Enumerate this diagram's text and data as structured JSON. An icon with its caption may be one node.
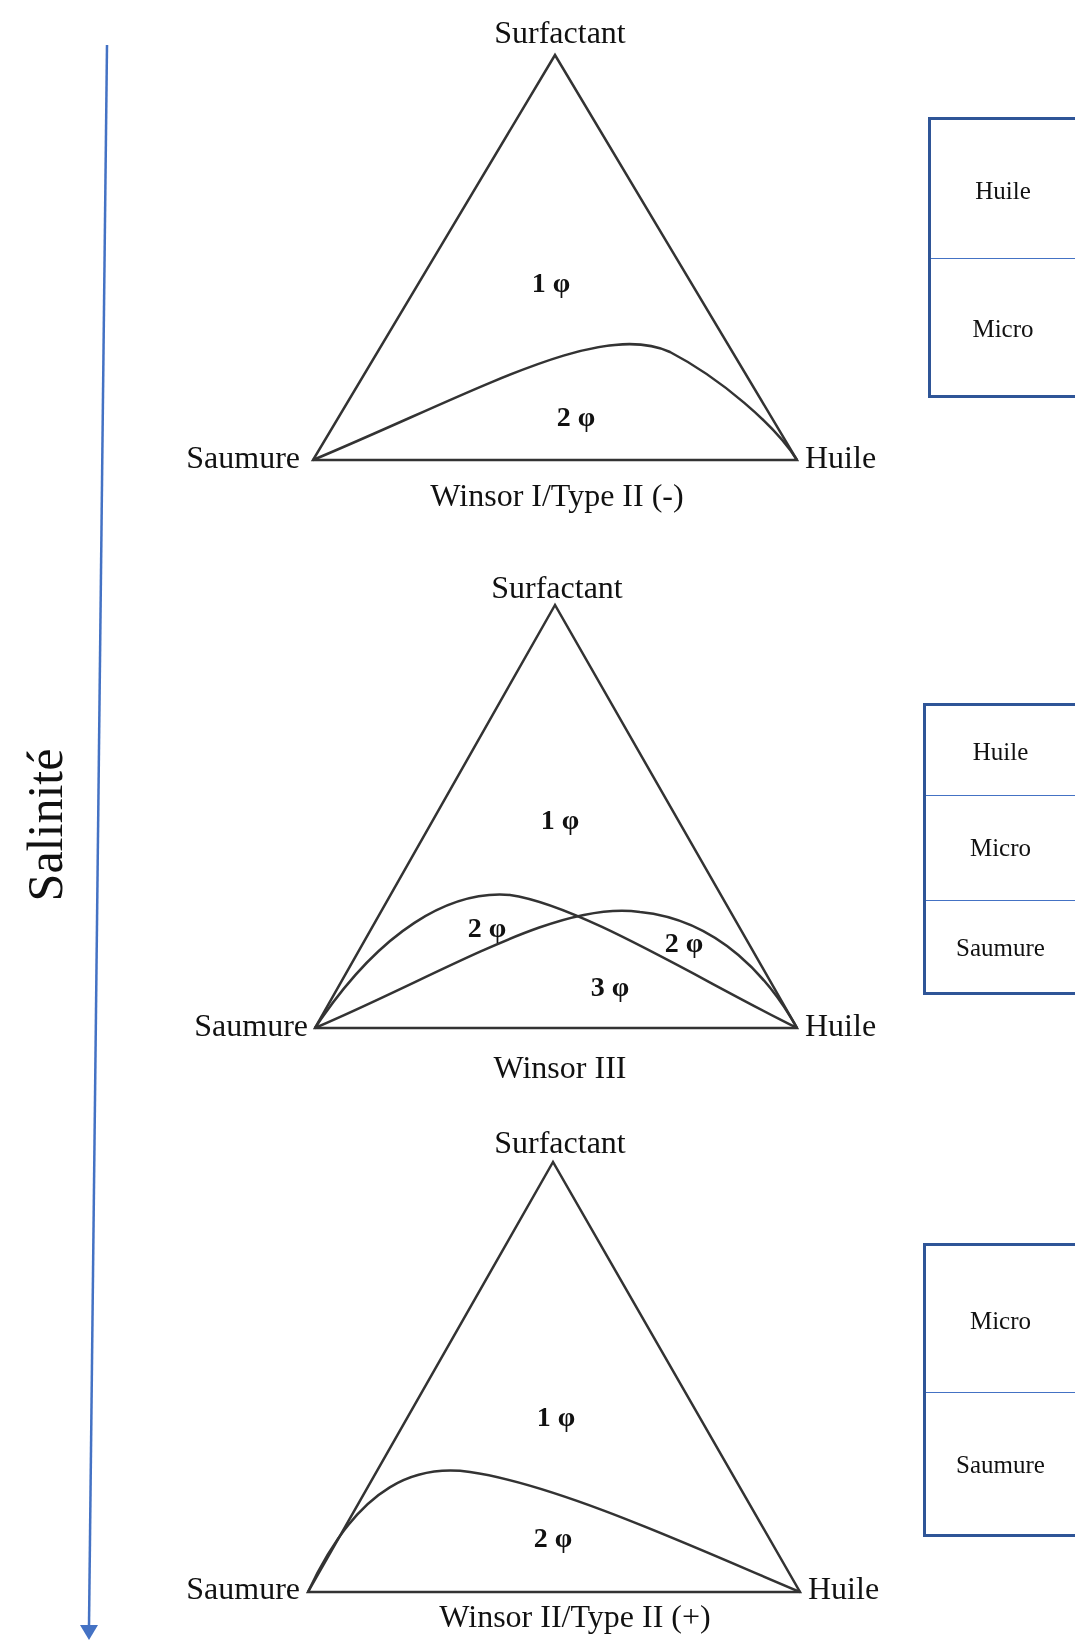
{
  "diagram": {
    "nodes": [
      {
        "text": [
          "Surfactant",
          "1 φ",
          "2 φ",
          "Saumure",
          "Huile"
        ],
        "beside": [
          "Winsor I/Type II (-)"
        ]
      },
      {
        "text": [],
        "shape": "box"
      },
      {
        "text": [
          "Huile"
        ],
        "in": 1
      },
      {
        "text": [
          "Micro"
        ],
        "in": 1
      },
      {
        "text": [
          "Surfactant",
          "1 φ",
          "2 φ",
          "2 φ",
          "3 φ",
          "Saumure",
          "Huile"
        ],
        "beside": [
          "Winsor III"
        ]
      },
      {
        "text": [],
        "shape": "box"
      },
      {
        "text": [
          "Huile"
        ],
        "in": 5
      },
      {
        "text": [
          "Micro"
        ],
        "in": 5
      },
      {
        "text": [
          "Saumure"
        ],
        "in": 5
      },
      {
        "text": [
          "Surfactant",
          "1 φ",
          "2 φ",
          "Saumure",
          "Huile"
        ],
        "beside": [
          "Winsor II/Type II (+)"
        ]
      },
      {
        "text": [],
        "shape": "box"
      },
      {
        "text": [
          "Micro"
        ],
        "in": 10
      },
      {
        "text": [
          "Saumure"
        ],
        "in": 10
      }
    ],
    "labels": [
      "Salinité"
    ]
  }
}
